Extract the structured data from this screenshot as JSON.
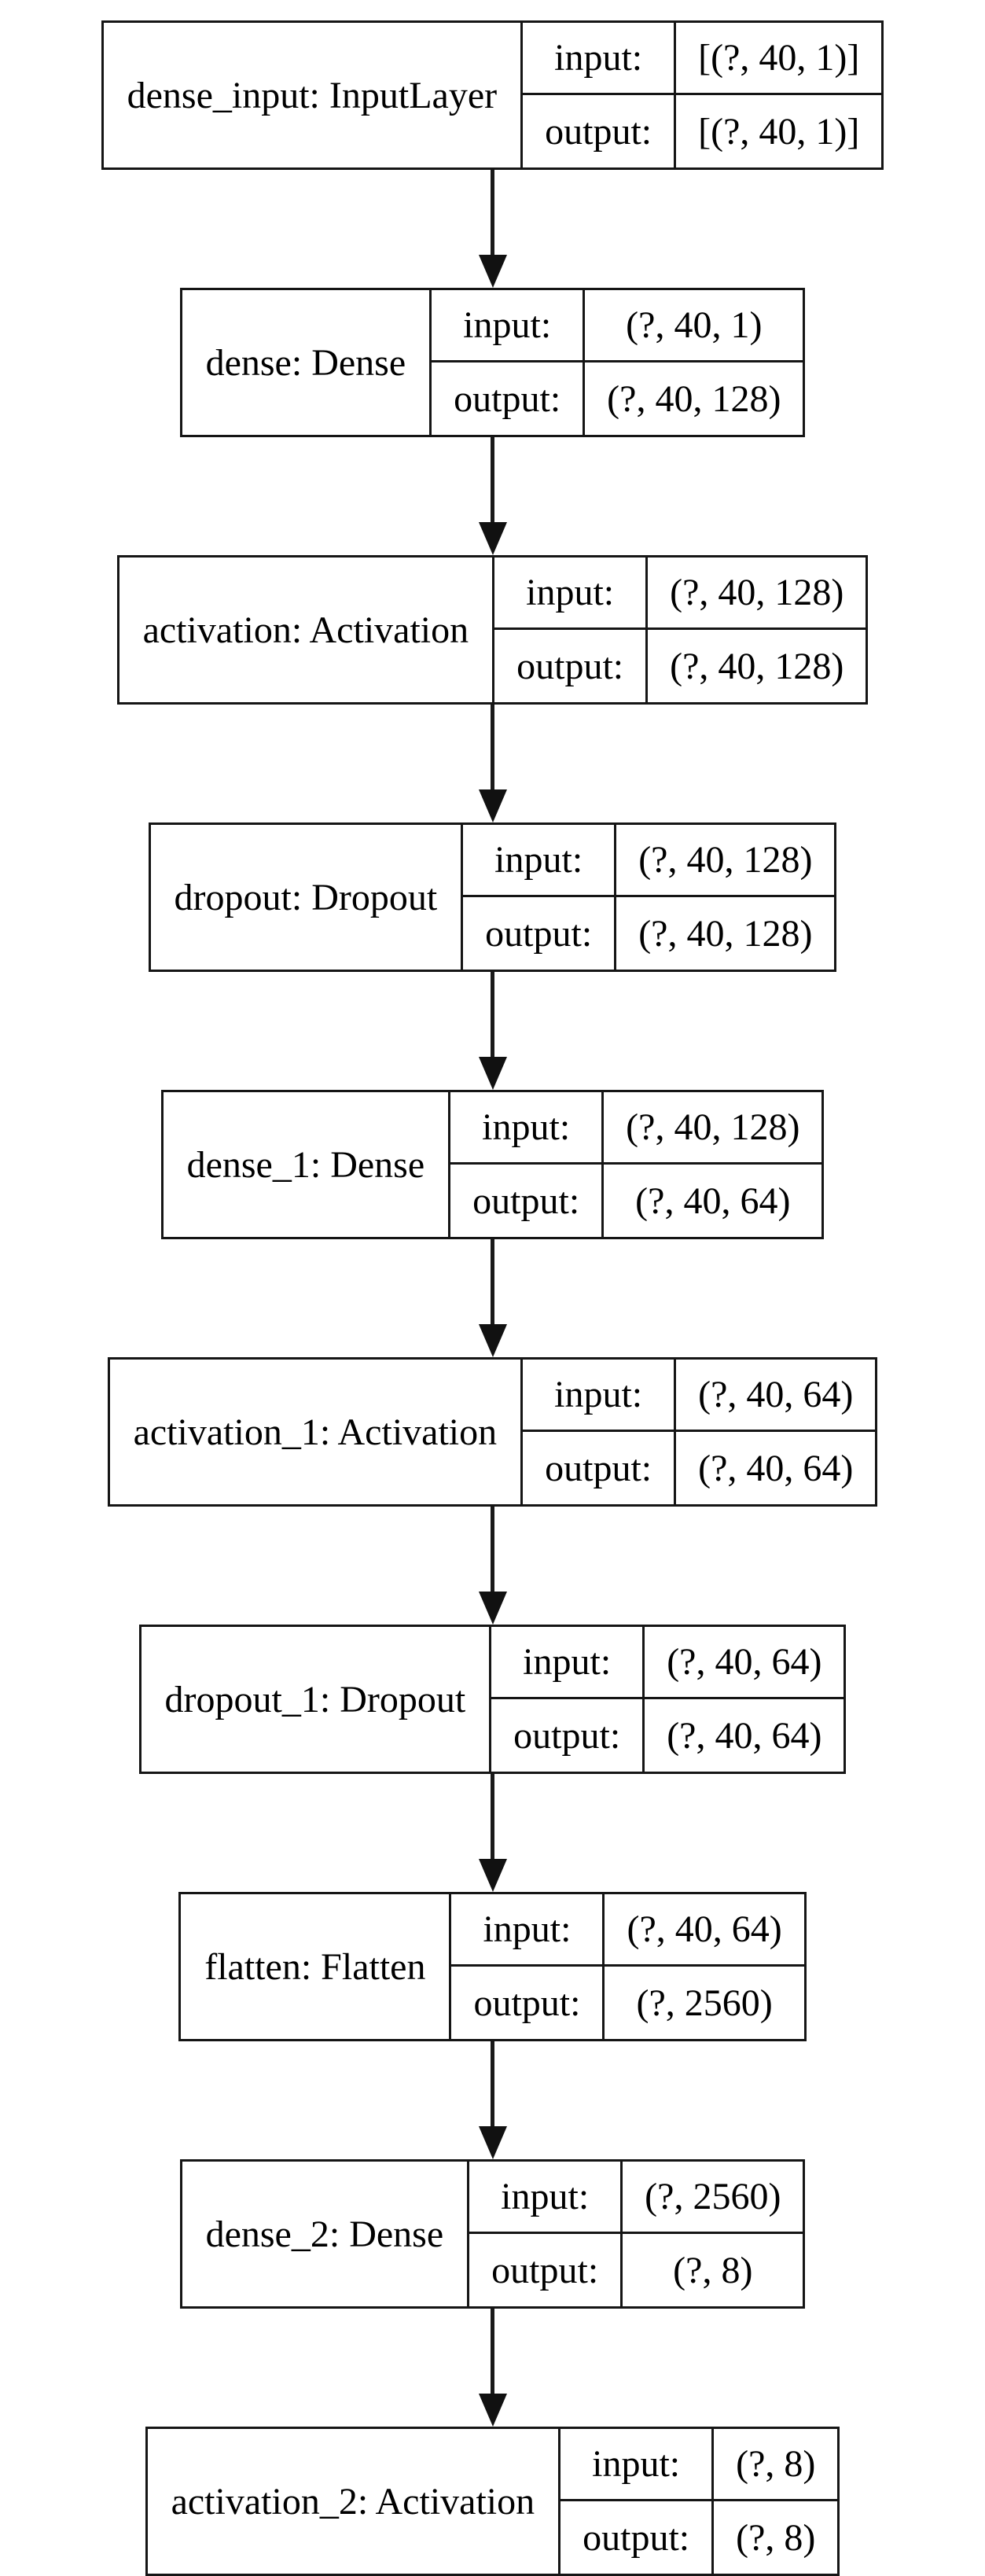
{
  "diagram": {
    "kind": "keras-model-plot",
    "labels": {
      "input": "input:",
      "output": "output:"
    },
    "colors": {
      "border": "#151515",
      "arrow": "#111111",
      "background": "#ffffff",
      "text": "#000000"
    },
    "nodes": [
      {
        "name": "dense_input: InputLayer",
        "input_shape": "[(?, 40, 1)]",
        "output_shape": "[(?, 40, 1)]"
      },
      {
        "name": "dense: Dense",
        "input_shape": "(?, 40, 1)",
        "output_shape": "(?, 40, 128)"
      },
      {
        "name": "activation: Activation",
        "input_shape": "(?, 40, 128)",
        "output_shape": "(?, 40, 128)"
      },
      {
        "name": "dropout: Dropout",
        "input_shape": "(?, 40, 128)",
        "output_shape": "(?, 40, 128)"
      },
      {
        "name": "dense_1: Dense",
        "input_shape": "(?, 40, 128)",
        "output_shape": "(?, 40, 64)"
      },
      {
        "name": "activation_1: Activation",
        "input_shape": "(?, 40, 64)",
        "output_shape": "(?, 40, 64)"
      },
      {
        "name": "dropout_1: Dropout",
        "input_shape": "(?, 40, 64)",
        "output_shape": "(?, 40, 64)"
      },
      {
        "name": "flatten: Flatten",
        "input_shape": "(?, 40, 64)",
        "output_shape": "(?, 2560)"
      },
      {
        "name": "dense_2: Dense",
        "input_shape": "(?, 2560)",
        "output_shape": "(?, 8)"
      },
      {
        "name": "activation_2: Activation",
        "input_shape": "(?, 8)",
        "output_shape": "(?, 8)"
      }
    ]
  }
}
